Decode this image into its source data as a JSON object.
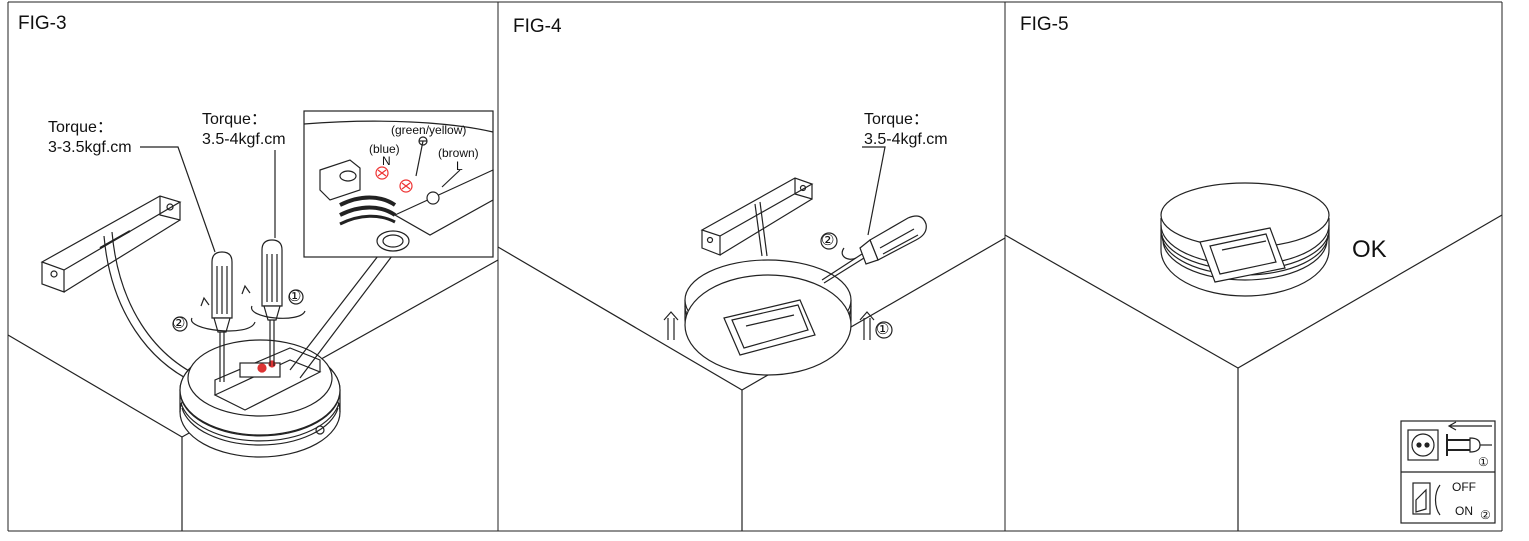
{
  "panels": [
    {
      "title": "FIG-3",
      "torque_a": {
        "label": "Torque：",
        "value": "3-3.5kgf.cm"
      },
      "torque_b": {
        "label": "Torque：",
        "value": "3.5-4kgf.cm"
      },
      "wires": {
        "earth": "(green/yellow)",
        "neutral_color": "(blue)",
        "neutral": "N",
        "live_color": "(brown)",
        "live": "L"
      },
      "steps": [
        "②",
        "①"
      ]
    },
    {
      "title": "FIG-4",
      "torque": {
        "label": "Torque：",
        "value": "3.5-4kgf.cm"
      },
      "steps": [
        "②",
        "①"
      ]
    },
    {
      "title": "FIG-5",
      "status": "OK",
      "power_box": {
        "step1": "①",
        "off": "OFF",
        "on": "ON",
        "step2": "②"
      }
    }
  ]
}
